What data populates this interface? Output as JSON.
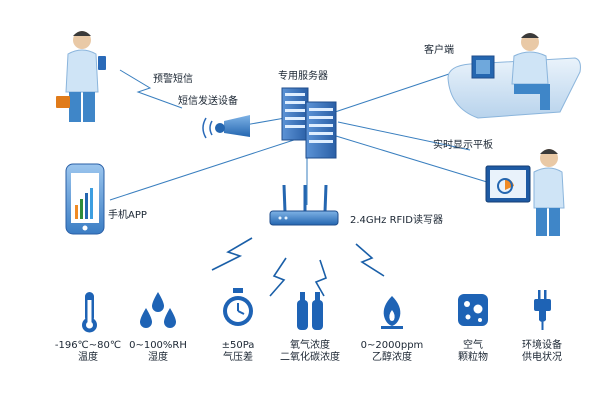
{
  "nodes": {
    "server": "专用服务器",
    "sms_device": "短信发送设备",
    "alert_sms": "预警短信",
    "client": "客户端",
    "display_panel": "实时显示平板",
    "mobile_app": "手机APP",
    "rfid_reader": "2.4GHz RFID读写器"
  },
  "sensors": [
    {
      "icon": "thermometer-icon",
      "line1": "-196℃~80℃",
      "line2": "温度"
    },
    {
      "icon": "water-drops-icon",
      "line1": "0~100%RH",
      "line2": "湿度"
    },
    {
      "icon": "stopwatch-icon",
      "line1": "±50Pa",
      "line2": "气压差"
    },
    {
      "icon": "gas-cylinders-icon",
      "line1": "氧气浓度",
      "line2": "二氧化碳浓度"
    },
    {
      "icon": "flame-icon",
      "line1": "0~2000ppm",
      "line2": "乙醇浓度"
    },
    {
      "icon": "air-particles-icon",
      "line1": "空气",
      "line2": "颗粒物"
    },
    {
      "icon": "power-plug-icon",
      "line1": "环境设备",
      "line2": "供电状况"
    }
  ],
  "colors": {
    "line": "#3a7fbf",
    "wireless": "#1a5fa8",
    "icon_blue": "#1e63b5",
    "person_shirt": "#cfe4f6",
    "person_pants": "#3f86c8"
  }
}
